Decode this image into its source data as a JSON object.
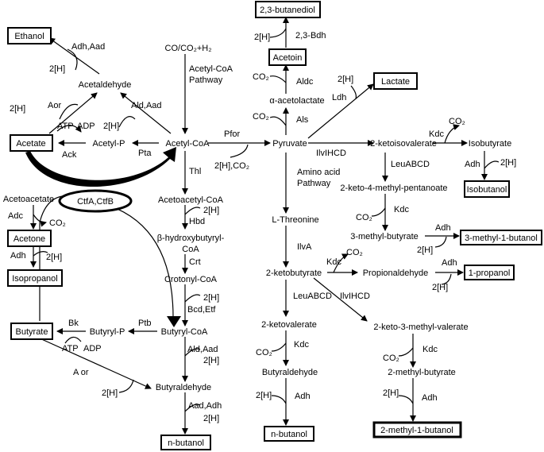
{
  "products": {
    "ethanol": "Ethanol",
    "acetate": "Acetate",
    "acetone": "Acetone",
    "isopropanol": "Isopropanol",
    "butyrate": "Butyrate",
    "n_butanol_1": "n-butanol",
    "butanediol": "2,3-butanediol",
    "acetoin": "Acetoin",
    "lactate": "Lactate",
    "isobutanol": "Isobutanol",
    "methyl3_butanol": "3-methyl-1-butanol",
    "propanol": "1-propanol",
    "n_butanol_2": "n-butanol",
    "methyl2_butanol": "2-methyl-1-butanol"
  },
  "metabolites": {
    "co_co2_h2": "CO/CO₂+H₂",
    "acetaldehyde": "Acetaldehyde",
    "acetyl_p": "Acetyl-P",
    "acetyl_coa": "Acetyl-CoA",
    "acetoacetate": "Acetoacetate",
    "acetoacetyl_coa": "Acetoacetyl-CoA",
    "hydroxybutyryl": "β-hydroxybutyryl-",
    "hydroxybutyryl2": "CoA",
    "crotonyl_coa": "Crotonyl-CoA",
    "butyryl_coa": "Butyryl-CoA",
    "butyryl_p": "Butyryl-P",
    "butyraldehyde": "Butyraldehyde",
    "pyruvate": "Pyruvate",
    "acetolactate": "α-acetolactate",
    "ketoisovalerate": "2-ketoisovalerate",
    "isobutyrate": "Isobutyrate",
    "keto4methyl": "2-keto-4-methyl-pentanoate",
    "methyl3_butyrate": "3-methyl-butyrate",
    "l_threonine": "L-Threonine",
    "ketobutyrate": "2-ketobutyrate",
    "propionaldehyde": "Propionaldehyde",
    "ketovalerate": "2-ketovalerate",
    "keto3methyl": "2-keto-3-methyl-valerate",
    "butyraldehyde2": "Butyraldehyde",
    "methyl2_butyrate": "2-methyl-butyrate"
  },
  "enzymes": {
    "adh_aad_1": "Adh,Aad",
    "aor": "Aor",
    "ald_aad_1": "Ald,Aad",
    "ack": "Ack",
    "pta": "Pta",
    "acetyl_coa_pathway": "Acetyl-CoA",
    "acetyl_coa_pathway2": "Pathway",
    "pfor": "Pfor",
    "thl": "Thl",
    "ctfa_ctfb": "CtfA,CtfB",
    "adc": "Adc",
    "adh_1": "Adh",
    "hbd": "Hbd",
    "crt": "Crt",
    "bcd_etf": "Bcd,Etf",
    "ptb": "Ptb",
    "bk": "Bk",
    "ald_aad_2": "Ald,Aad",
    "a_or": "A or",
    "aad_adh": "Aad,Adh",
    "bdh": "2,3-Bdh",
    "aldc": "Aldc",
    "als": "Als",
    "ldh": "Ldh",
    "ilvihcd_1": "IlvIHCD",
    "kdc_1": "Kdc",
    "adh_2": "Adh",
    "leuabcd_1": "LeuABCD",
    "kdc_2": "Kdc",
    "adh_3": "Adh",
    "amino_acid": "Amino acid",
    "amino_acid2": "Pathway",
    "ilva": "IlvA",
    "kdc_3": "Kdc",
    "adh_4": "Adh",
    "leuabcd_2": "LeuABCD",
    "ilvihcd_2": "IlvIHCD",
    "kdc_4": "Kdc",
    "adh_5": "Adh",
    "kdc_5": "Kdc",
    "adh_6": "Adh"
  },
  "cofactors": {
    "h2": "2[H]",
    "co2": "CO₂",
    "atp": "ATP",
    "adp": "ADP",
    "h2_co2": "2[H],CO₂"
  }
}
